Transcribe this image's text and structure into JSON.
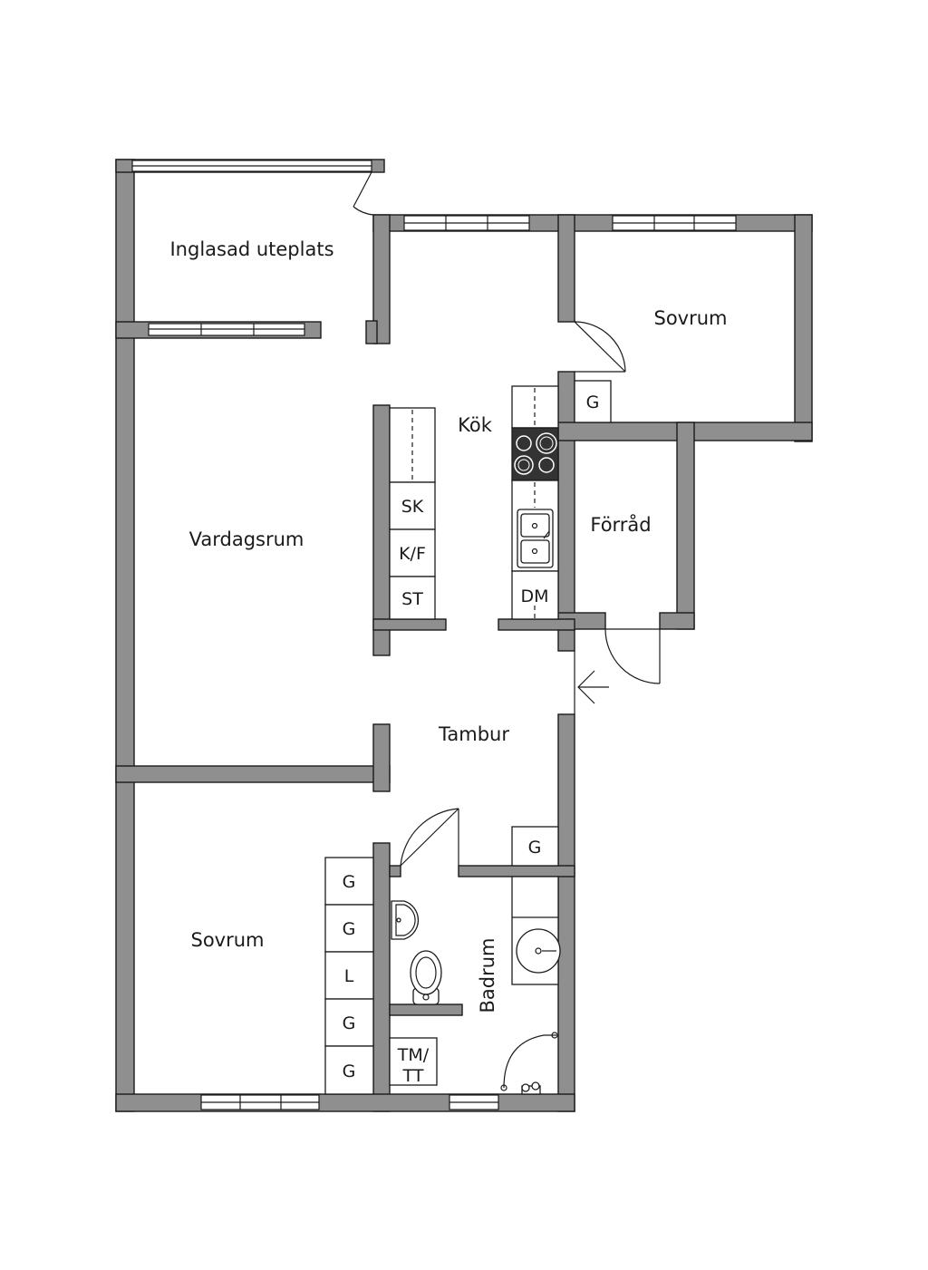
{
  "rooms": {
    "patio": "Inglasad uteplats",
    "bedroom_top": "Sovrum",
    "kitchen": "Kök",
    "living": "Vardagsrum",
    "storage": "Förråd",
    "hall": "Tambur",
    "bedroom_bottom": "Sovrum",
    "bathroom": "Badrum"
  },
  "fixtures": {
    "sk": "SK",
    "kf": "K/F",
    "st": "ST",
    "dm": "DM",
    "g_bedroom_top": "G",
    "g_hall": "G",
    "wardrobe": [
      "G",
      "G",
      "L",
      "G",
      "G"
    ],
    "tm_line1": "TM/",
    "tm_line2": "TT"
  },
  "colors": {
    "wall": "#8f8f8f",
    "line": "#1a1a1a",
    "background": "#ffffff"
  }
}
